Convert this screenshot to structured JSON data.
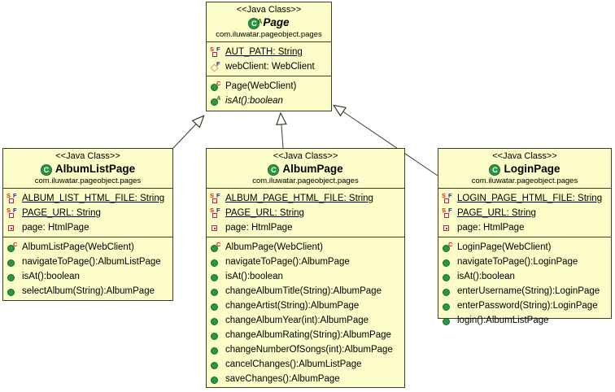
{
  "diagram": {
    "type": "uml-class-diagram",
    "colors": {
      "node_fill": "#fcfcc8",
      "node_border": "#3c3c28",
      "public_green": "#2d9643",
      "private_red": "#cc2222",
      "final_blue": "#24249a",
      "protected_orange": "#d9a03c"
    },
    "icons": {
      "class_marker": "C",
      "abstract_marker": "A",
      "constructor_marker": "C",
      "static_marker": "S",
      "final_marker": "F"
    }
  },
  "classes": [
    {
      "id": "page",
      "stereotype": "<<Java Class>>",
      "name": "Page",
      "abstract": true,
      "package": "com.iluwatar.pageobject.pages",
      "fields": [
        {
          "icon": "static-final-private-field",
          "text": "AUT_PATH: String",
          "static": true
        },
        {
          "icon": "protected-final-field",
          "text": "webClient: WebClient"
        }
      ],
      "methods": [
        {
          "icon": "constructor",
          "text": "Page(WebClient)"
        },
        {
          "icon": "abstract-method",
          "text": "isAt():boolean",
          "italic": true
        }
      ]
    },
    {
      "id": "albumlistpage",
      "stereotype": "<<Java Class>>",
      "name": "AlbumListPage",
      "abstract": false,
      "package": "com.iluwatar.pageobject.pages",
      "fields": [
        {
          "icon": "static-final-private-field",
          "text": "ALBUM_LIST_HTML_FILE: String",
          "static": true
        },
        {
          "icon": "static-final-private-field",
          "text": "PAGE_URL: String",
          "static": true
        },
        {
          "icon": "private-field",
          "text": "page: HtmlPage"
        }
      ],
      "methods": [
        {
          "icon": "constructor",
          "text": "AlbumListPage(WebClient)"
        },
        {
          "icon": "public-method",
          "text": "navigateToPage():AlbumListPage"
        },
        {
          "icon": "public-method",
          "text": "isAt():boolean"
        },
        {
          "icon": "public-method",
          "text": "selectAlbum(String):AlbumPage"
        }
      ]
    },
    {
      "id": "albumpage",
      "stereotype": "<<Java Class>>",
      "name": "AlbumPage",
      "abstract": false,
      "package": "com.iluwatar.pageobject.pages",
      "fields": [
        {
          "icon": "static-final-private-field",
          "text": "ALBUM_PAGE_HTML_FILE: String",
          "static": true
        },
        {
          "icon": "static-final-private-field",
          "text": "PAGE_URL: String",
          "static": true
        },
        {
          "icon": "private-field",
          "text": "page: HtmlPage"
        }
      ],
      "methods": [
        {
          "icon": "constructor",
          "text": "AlbumPage(WebClient)"
        },
        {
          "icon": "public-method",
          "text": "navigateToPage():AlbumPage"
        },
        {
          "icon": "public-method",
          "text": "isAt():boolean"
        },
        {
          "icon": "public-method",
          "text": "changeAlbumTitle(String):AlbumPage"
        },
        {
          "icon": "public-method",
          "text": "changeArtist(String):AlbumPage"
        },
        {
          "icon": "public-method",
          "text": "changeAlbumYear(int):AlbumPage"
        },
        {
          "icon": "public-method",
          "text": "changeAlbumRating(String):AlbumPage"
        },
        {
          "icon": "public-method",
          "text": "changeNumberOfSongs(int):AlbumPage"
        },
        {
          "icon": "public-method",
          "text": "cancelChanges():AlbumListPage"
        },
        {
          "icon": "public-method",
          "text": "saveChanges():AlbumPage"
        }
      ]
    },
    {
      "id": "loginpage",
      "stereotype": "<<Java Class>>",
      "name": "LoginPage",
      "abstract": false,
      "package": "com.iluwatar.pageobject.pages",
      "fields": [
        {
          "icon": "static-final-private-field",
          "text": "LOGIN_PAGE_HTML_FILE: String",
          "static": true
        },
        {
          "icon": "static-final-private-field",
          "text": "PAGE_URL: String",
          "static": true
        },
        {
          "icon": "private-field",
          "text": "page: HtmlPage"
        }
      ],
      "methods": [
        {
          "icon": "constructor",
          "text": "LoginPage(WebClient)"
        },
        {
          "icon": "public-method",
          "text": "navigateToPage():LoginPage"
        },
        {
          "icon": "public-method",
          "text": "isAt():boolean"
        },
        {
          "icon": "public-method",
          "text": "enterUsername(String):LoginPage"
        },
        {
          "icon": "public-method",
          "text": "enterPassword(String):LoginPage"
        },
        {
          "icon": "public-method",
          "text": "login():AlbumListPage"
        }
      ]
    }
  ],
  "relations": [
    {
      "type": "generalization",
      "from": "AlbumListPage",
      "to": "Page"
    },
    {
      "type": "generalization",
      "from": "AlbumPage",
      "to": "Page"
    },
    {
      "type": "generalization",
      "from": "LoginPage",
      "to": "Page"
    }
  ]
}
